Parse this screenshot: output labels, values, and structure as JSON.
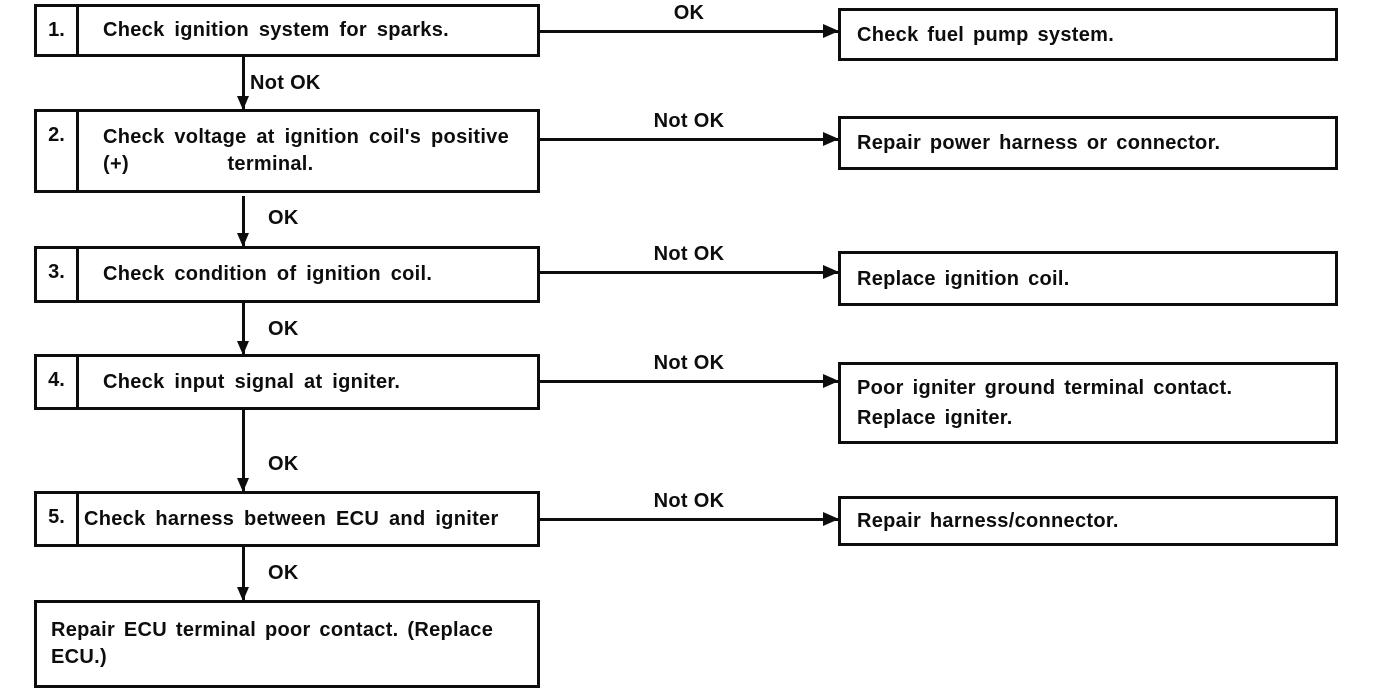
{
  "colors": {
    "ink": "#0d0d0d",
    "background": "#ffffff"
  },
  "flowchart": {
    "steps": [
      {
        "number": "1.",
        "text": "Check ignition system for sparks.",
        "right_label": "OK",
        "result": "Check fuel pump system.",
        "down_label": "Not OK"
      },
      {
        "number": "2.",
        "text": "Check voltage at ignition coil's positive\n(+)          terminal.",
        "right_label": "Not OK",
        "result": "Repair power harness or connector.",
        "down_label": "OK"
      },
      {
        "number": "3.",
        "text": "Check condition of ignition coil.",
        "right_label": "Not OK",
        "result": "Replace ignition coil.",
        "down_label": "OK"
      },
      {
        "number": "4.",
        "text": "Check input signal at igniter.",
        "right_label": "Not OK",
        "result": "Poor igniter ground terminal contact.\nReplace igniter.",
        "down_label": "OK"
      },
      {
        "number": "5.",
        "text": "Check harness between ECU and igniter",
        "right_label": "Not OK",
        "result": "Repair harness/connector.",
        "down_label": "OK"
      }
    ],
    "final_step": {
      "text": "Repair ECU terminal poor contact. (Replace\nECU.)"
    }
  }
}
